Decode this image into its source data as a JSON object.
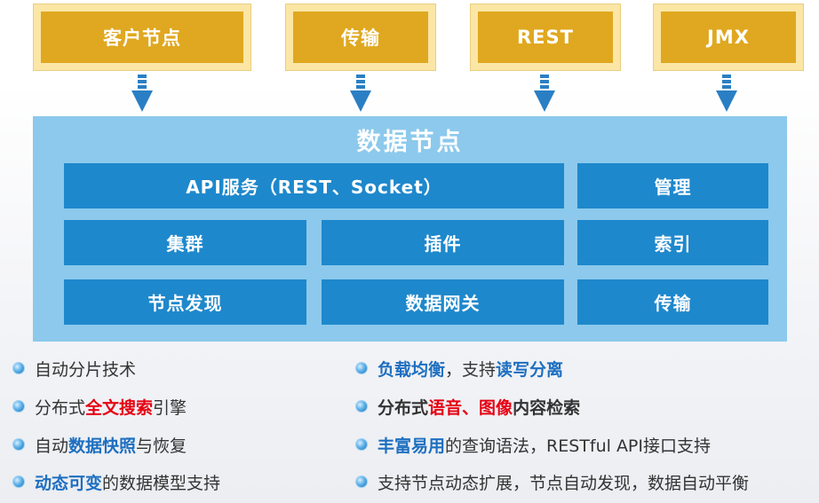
{
  "sources": [
    "客户节点",
    "传输",
    "REST",
    "JMX"
  ],
  "node": {
    "title": "数据节点",
    "api": "API服务（REST、Socket）",
    "manage": "管理",
    "cluster": "集群",
    "plugin": "插件",
    "index": "索引",
    "discovery": "节点发现",
    "gateway": "数据网关",
    "transport": "传输"
  },
  "features_left": [
    {
      "text": "自动分片技术"
    },
    {
      "pre": "分布式",
      "hl": "全文搜索",
      "post": "引擎"
    },
    {
      "pre": "自动",
      "hl": "数据快照",
      "post": "与恢复"
    },
    {
      "hl": "动态可变",
      "post": "的数据模型支持"
    }
  ],
  "features_right": [
    {
      "hl": "负载均衡",
      "mid": "，支持",
      "hl2": "读写分离"
    },
    {
      "pre": "分布式",
      "hl": "语音",
      "mid": "、",
      "hl2": "图像",
      "post": "内容检索"
    },
    {
      "hl": "丰富易用",
      "post": "的查询语法，RESTful API接口支持"
    },
    {
      "text": "支持节点动态扩展，节点自动发现，数据自动平衡"
    }
  ],
  "colors": {
    "gold": "#e0a820",
    "gold_border": "#fbe6a6",
    "container": "#8cc9ec",
    "cell": "#1e88cc",
    "arrow": "#2a7fc4",
    "highlight_blue": "#1e6fc0",
    "highlight_red": "#e60012"
  },
  "icons": {
    "arrow": "down-arrow-icon",
    "bullet": "bullet-dot-icon"
  }
}
